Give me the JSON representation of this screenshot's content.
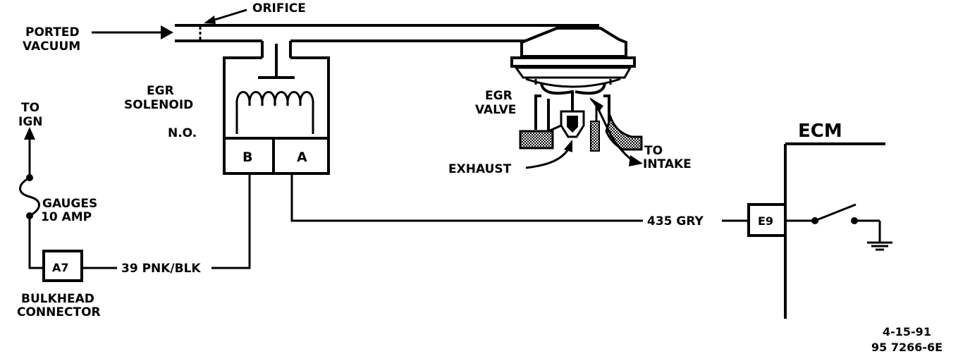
{
  "labels": {
    "orifice": "ORIFICE",
    "ported_vacuum_1": "PORTED",
    "ported_vacuum_2": "VACUUM",
    "egr_solenoid_1": "EGR",
    "egr_solenoid_2": "SOLENOID",
    "normally_open": "N.O.",
    "terminal_b": "B",
    "terminal_a": "A",
    "egr_valve_1": "EGR",
    "egr_valve_2": "VALVE",
    "exhaust": "EXHAUST",
    "to_intake_1": "TO",
    "to_intake_2": "INTAKE",
    "ecm": "ECM",
    "to_ign_1": "TO",
    "to_ign_2": "IGN",
    "fuse_1": "GAUGES",
    "fuse_2": "10 AMP",
    "bulkhead_terminal": "A7",
    "bulkhead_1": "BULKHEAD",
    "bulkhead_2": "CONNECTOR",
    "wire_39": "39 PNK/BLK",
    "wire_435": "435 GRY",
    "ecm_terminal": "E9",
    "date": "4-15-91",
    "drawing_number": "95 7266-6E"
  }
}
